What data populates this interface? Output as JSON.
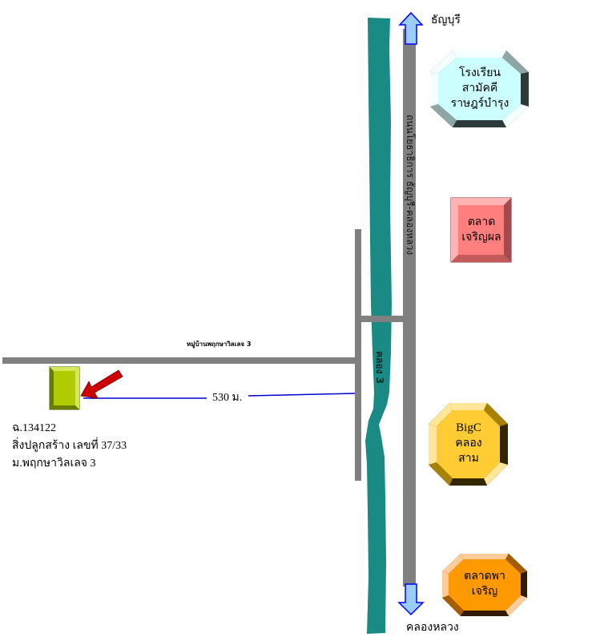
{
  "map": {
    "directions": {
      "north_label": "ธัญบุรี",
      "south_label": "คลองหลวง"
    },
    "roads": {
      "main_road_label": "ถนนโยธาธิการ ธัญบุรี-คลองหลวง",
      "village_road_label": "หมู่บ้านพฤกษาวิลเลจ 3"
    },
    "canal": {
      "label": "คลอง 3"
    },
    "distance": {
      "label": "530 ม."
    },
    "property": {
      "line1": "ฉ.134122",
      "line2": "สิ่งปลูกสร้าง เลขที่ 37/33",
      "line3": "ม.พฤกษาวิลเลจ 3"
    },
    "landmarks": [
      {
        "name": "school",
        "lines": [
          "โรงเรียน",
          "สามัคคี",
          "ราษฎร์บำรุง"
        ],
        "color": "#ccffff"
      },
      {
        "name": "market-charoenphon",
        "lines": [
          "ตลาด",
          "เจริญผล"
        ],
        "color": "#ff7f7f"
      },
      {
        "name": "bigc",
        "lines": [
          "BigC",
          "คลอง",
          "สาม"
        ],
        "color": "#ffcc33"
      },
      {
        "name": "market-phacharoen",
        "lines": [
          "ตลาดพา",
          "เจริญ"
        ],
        "color": "#ff9900"
      }
    ],
    "colors": {
      "road": "#808080",
      "canal": "#1a8a84",
      "arrow_fill": "#99ccff",
      "arrow_stroke": "#0000ff",
      "pointer": "#cc0000",
      "distance_line": "#0000cc",
      "property": "#b0cc00"
    }
  }
}
